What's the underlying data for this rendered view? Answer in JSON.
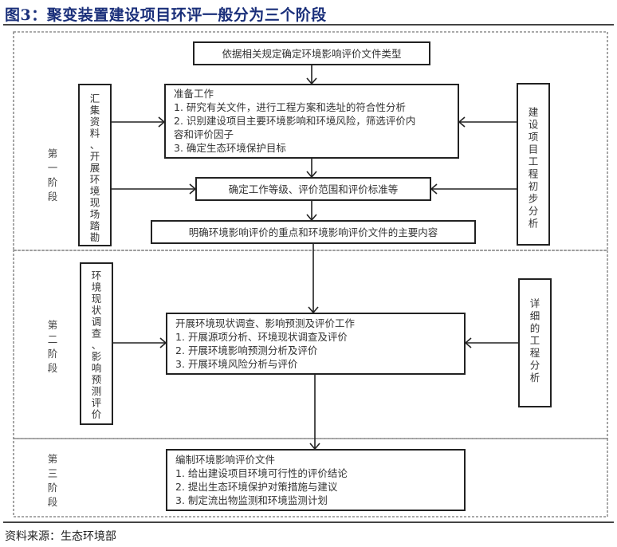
{
  "title": "图3：聚变装置建设项目环评一般分为三个阶段",
  "source": "资料来源：生态环境部",
  "stages": [
    {
      "label": "第一阶段",
      "left_input": "汇集资料、开展环境现场踏勘",
      "right_input": "建设项目工程初步分析",
      "steps": [
        {
          "title": "依据相关规定确定环境影响评价文件类型",
          "lines": []
        },
        {
          "title": "准备工作",
          "lines": [
            "1. 研究有关文件，进行工程方案和选址的符合性分析",
            "2. 识别建设项目主要环境影响和环境风险，筛选评价内",
            "容和评价因子",
            "3. 确定生态环境保护目标"
          ]
        },
        {
          "title": "确定工作等级、评价范围和评价标准等",
          "lines": []
        },
        {
          "title": "明确环境影响评价的重点和环境影响评价文件的主要内容",
          "lines": []
        }
      ]
    },
    {
      "label": "第二阶段",
      "left_input": "环境现状调查、影响预测评价",
      "right_input": "详细的工程分析",
      "steps": [
        {
          "title": "开展环境现状调查、影响预测及评价工作",
          "lines": [
            "1. 开展源项分析、环境现状调查及评价",
            "2. 开展环境影响预测分析及评价",
            "3. 开展环境风险分析与评价"
          ]
        }
      ]
    },
    {
      "label": "第三阶段",
      "steps": [
        {
          "title": "编制环境影响评价文件",
          "lines": [
            "1. 给出建设项目环境可行性的评价结论",
            "2. 提出生态环境保护对策措施与建议",
            "3. 制定流出物监测和环境监测计划"
          ]
        }
      ]
    }
  ]
}
